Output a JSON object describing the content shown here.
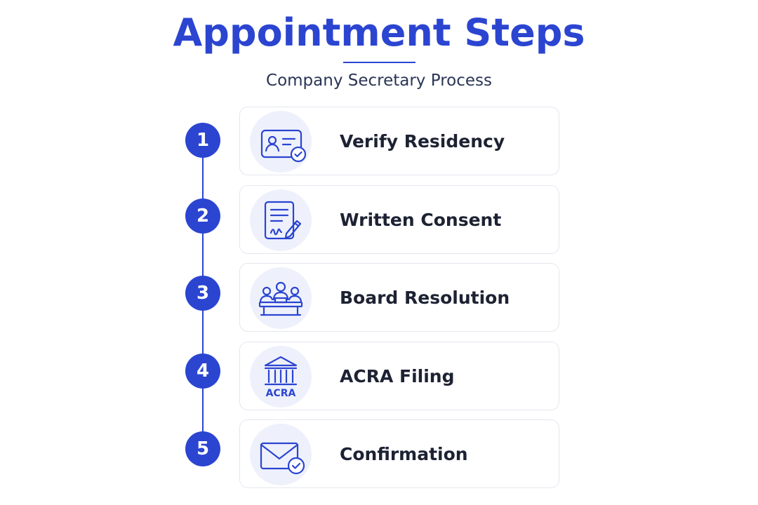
{
  "header": {
    "title": "Appointment Steps",
    "subtitle": "Company Secretary Process"
  },
  "colors": {
    "accent": "#2b45d1",
    "icon_bg": "#eef1fb",
    "card_border": "#e4e7ee",
    "label_text": "#1d2233"
  },
  "steps": [
    {
      "number": "1",
      "label": "Verify Residency",
      "icon": "id-card-check-icon"
    },
    {
      "number": "2",
      "label": "Written Consent",
      "icon": "document-signature-icon"
    },
    {
      "number": "3",
      "label": "Board Resolution",
      "icon": "board-meeting-icon"
    },
    {
      "number": "4",
      "label": "ACRA Filing",
      "icon": "government-building-icon",
      "icon_text": "ACRA"
    },
    {
      "number": "5",
      "label": "Confirmation",
      "icon": "envelope-check-icon"
    }
  ]
}
